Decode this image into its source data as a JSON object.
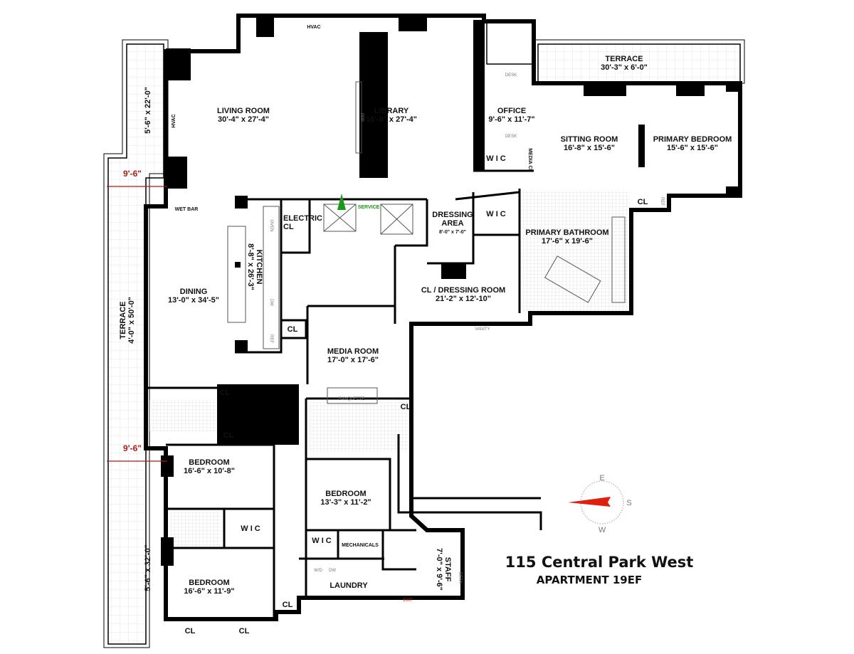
{
  "title": "115 Central Park West",
  "subtitle": "APARTMENT 19EF",
  "compass": {
    "e": "E",
    "s": "S",
    "w": "W",
    "needle_color": "#e0200e"
  },
  "dimension_color": "#b01a10",
  "dimension_lines": [
    "9'-6\"",
    "9'-6\""
  ],
  "rooms": {
    "living": {
      "name": "LIVING ROOM",
      "dims": "30'-4\" x 27'-4\""
    },
    "library": {
      "name": "LIBRARY",
      "dims": "16'-0\" x 27'-4\""
    },
    "office": {
      "name": "OFFICE",
      "dims": "9'-6\" x 11'-7\""
    },
    "sitting": {
      "name": "SITTING ROOM",
      "dims": "16'-8\" x 15'-6\""
    },
    "primary_bedroom": {
      "name": "PRIMARY BEDROOM",
      "dims": "15'-6\" x 15'-6\""
    },
    "terrace_top": {
      "name": "TERRACE",
      "dims": "30'-3\" x 6'-0\""
    },
    "dressing_area": {
      "name": "DRESSING",
      "name2": "AREA",
      "dims": "8'-0\" x 7'-0\""
    },
    "primary_bath": {
      "name": "PRIMARY BATHROOM",
      "dims": "17'-6\" x 19'-6\""
    },
    "cl_dressing": {
      "name": "CL / DRESSING ROOM",
      "dims": "21'-2\" x 12'-10\""
    },
    "dining": {
      "name": "DINING",
      "dims": "13'-0\" x 34'-5\""
    },
    "kitchen": {
      "name": "KITCHEN",
      "dims": "8'-8\" x 26'-3\""
    },
    "electric": {
      "name": "ELECTRIC",
      "name2": "CL"
    },
    "media": {
      "name": "MEDIA ROOM",
      "dims": "17'-0\" x 17'-6\""
    },
    "bedroom_a": {
      "name": "BEDROOM",
      "dims": "16'-6\" x 10'-8\""
    },
    "bedroom_b": {
      "name": "BEDROOM",
      "dims": "13'-3\" x 11'-2\""
    },
    "bedroom_c": {
      "name": "BEDROOM",
      "dims": "16'-6\" x 11'-9\""
    },
    "mechanicals": {
      "name": "MECHANICALS"
    },
    "laundry": {
      "name": "LAUNDRY"
    },
    "staff": {
      "name": "STAFF",
      "dims": "7'-0\" x 9'-6\""
    },
    "terrace_left_upper": {
      "dims": "5'-6\" x 22'-0\""
    },
    "terrace_left": {
      "name": "TERRACE",
      "dims": "4'-0\" x 50'-0\""
    },
    "terrace_left_lower": {
      "dims": "5'-6\" x 32'-0\""
    }
  },
  "closets": {
    "cl": "CL",
    "wic": "W I C",
    "media_cl": "MEDIA CL"
  },
  "fixtures": {
    "hvac": "HVAC",
    "wet_bar": "WET BAR",
    "service": "SERVICE",
    "desk": "DESK",
    "banquette": "BANQUETTE",
    "vanity": "VANITY",
    "exit": "EXIT",
    "oven": "OVEN",
    "dw": "DW",
    "ref": "REF",
    "wd": "W/D",
    "ppp": "PPP"
  }
}
